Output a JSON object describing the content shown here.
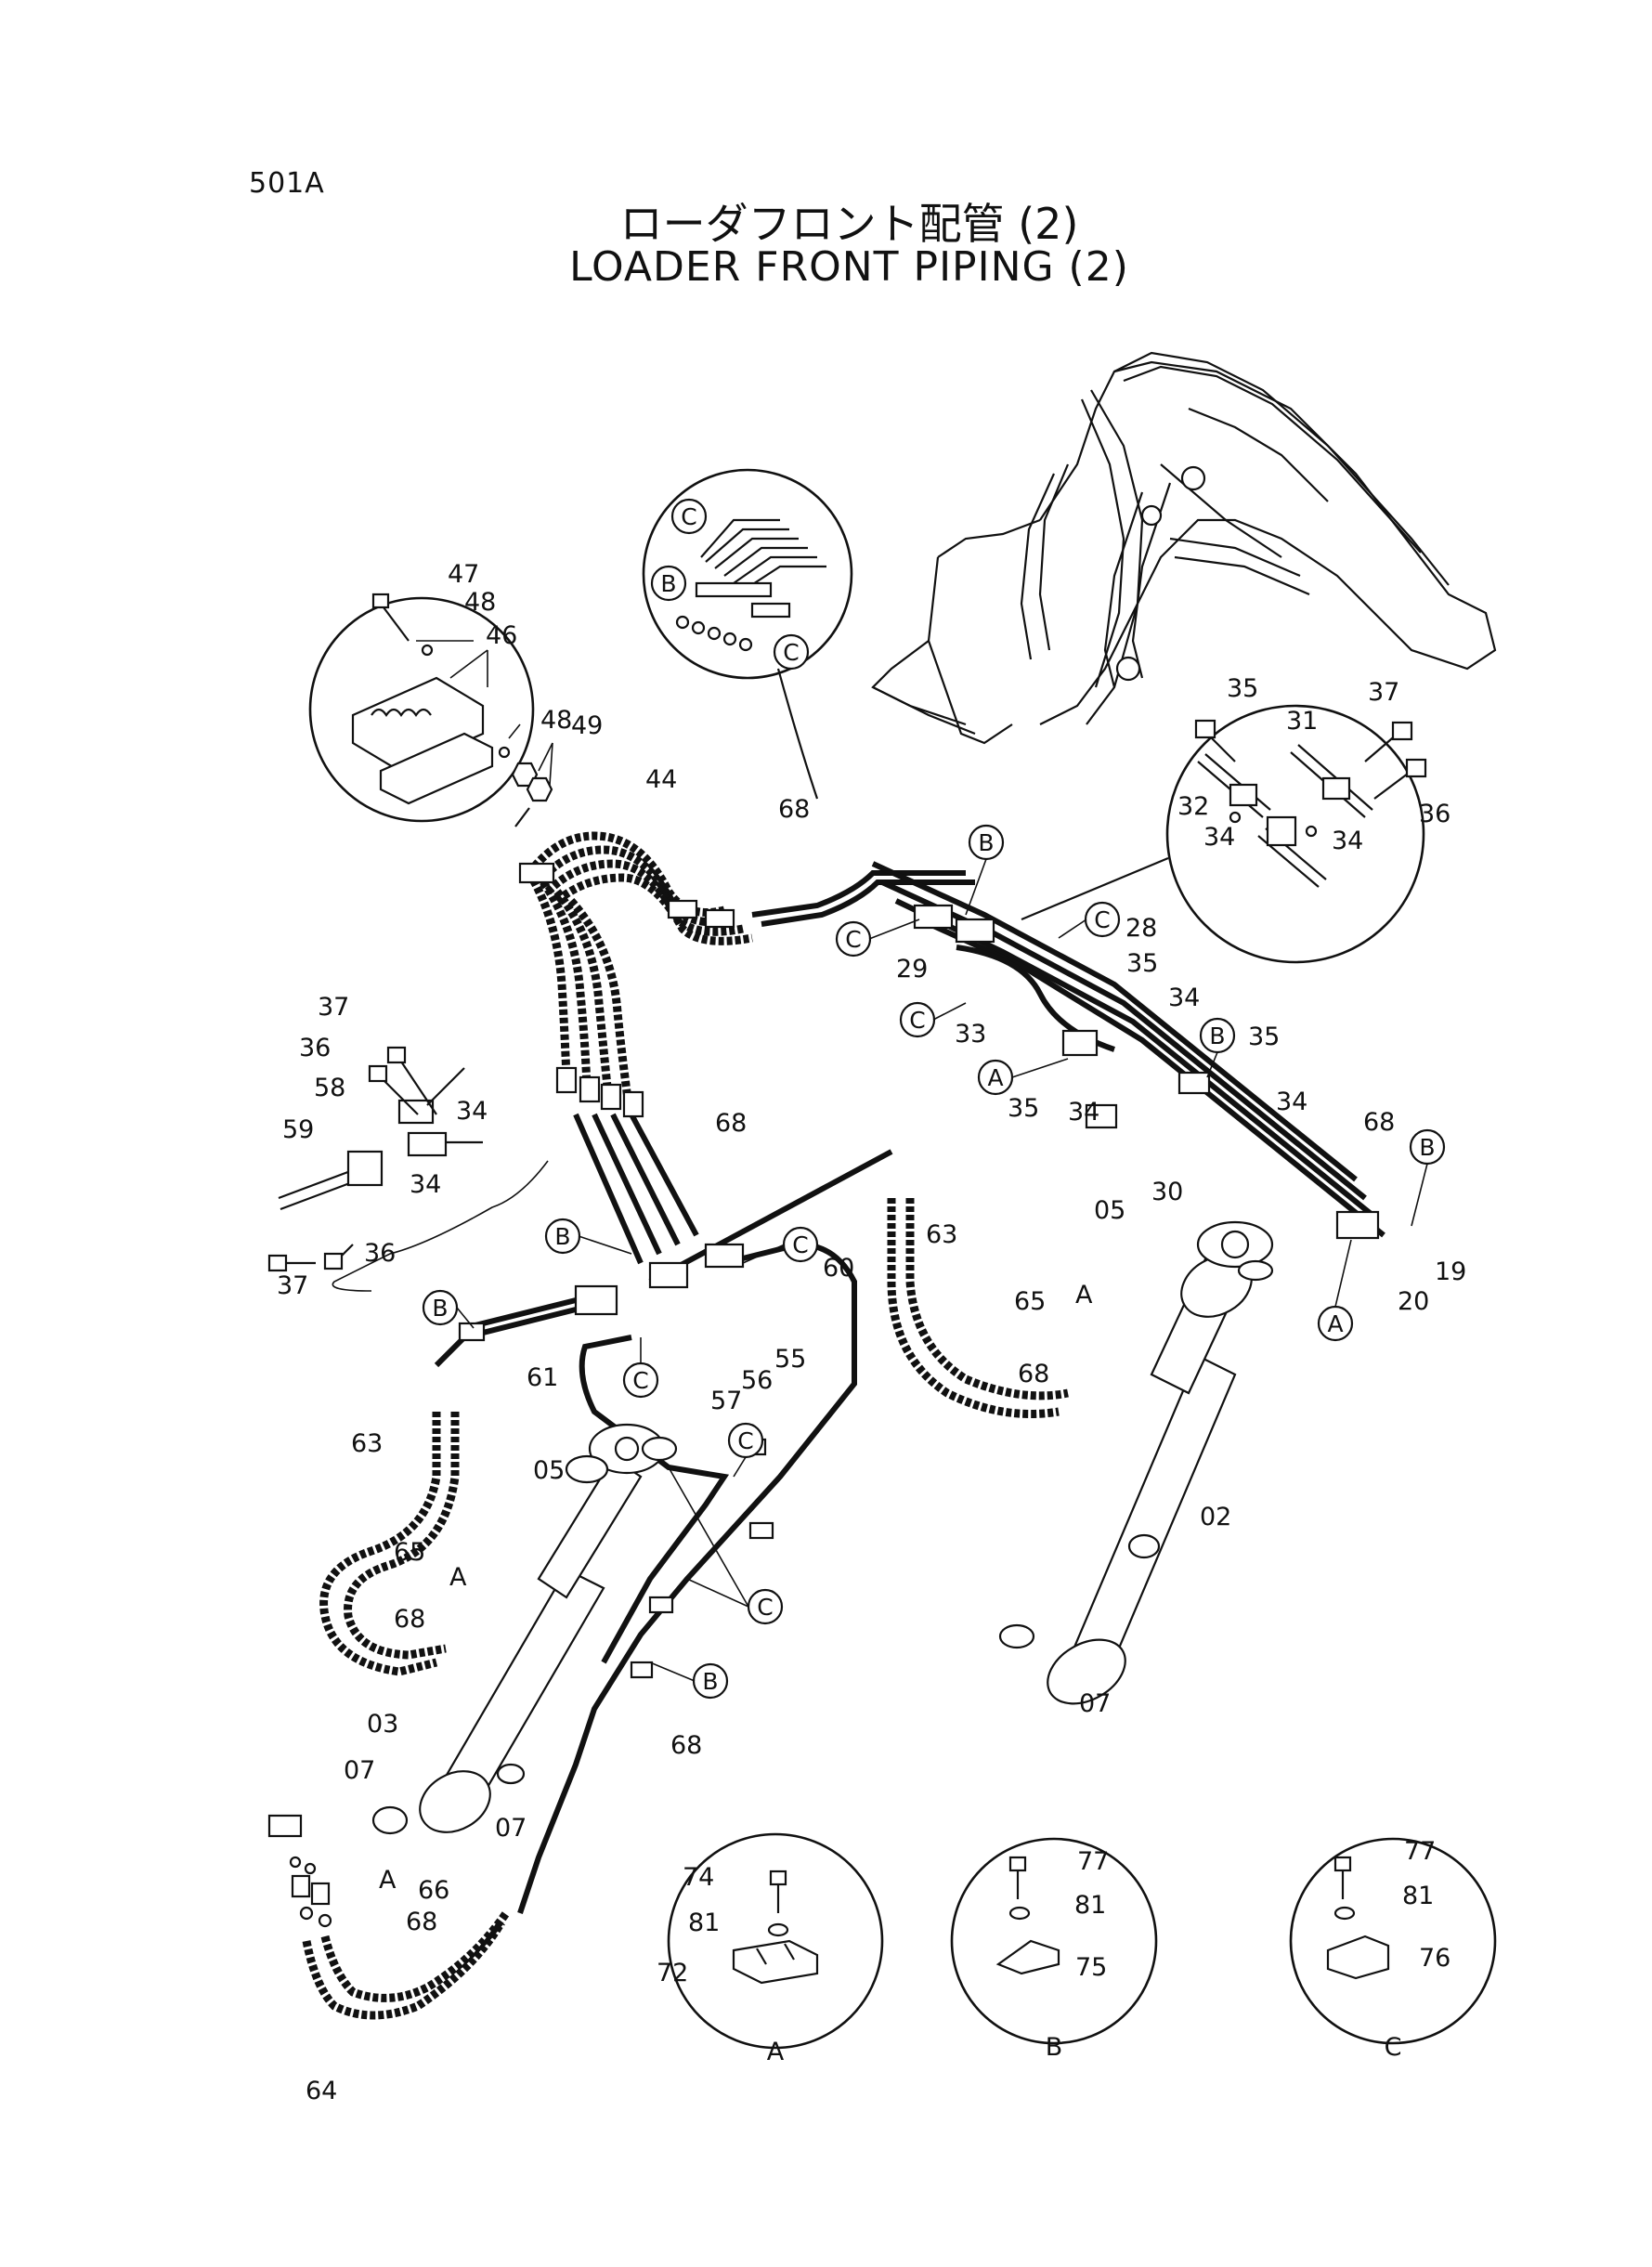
{
  "page_code": "501A",
  "title_jp": "ローダフロント配管 (2)",
  "title_en": "LOADER FRONT PIPING (2)",
  "part_labels": [
    "47",
    "48",
    "46",
    "48",
    "49",
    "44",
    "68",
    "35",
    "37",
    "31",
    "36",
    "32",
    "34",
    "34",
    "28",
    "35",
    "34",
    "35",
    "33",
    "29",
    "35",
    "34",
    "34",
    "68",
    "30",
    "19",
    "20",
    "05",
    "37",
    "36",
    "58",
    "34",
    "59",
    "34",
    "37",
    "36",
    "68",
    "60",
    "55",
    "56",
    "57",
    "61",
    "63",
    "65",
    "68",
    "02",
    "63",
    "05",
    "65",
    "68",
    "03",
    "07",
    "07",
    "07",
    "68",
    "66",
    "68",
    "64",
    "74",
    "81",
    "72",
    "77",
    "81",
    "75",
    "77",
    "81",
    "76"
  ],
  "callouts": {
    "A": "A",
    "B": "B",
    "C": "C"
  },
  "detail_labels": [
    "A",
    "B",
    "C"
  ]
}
